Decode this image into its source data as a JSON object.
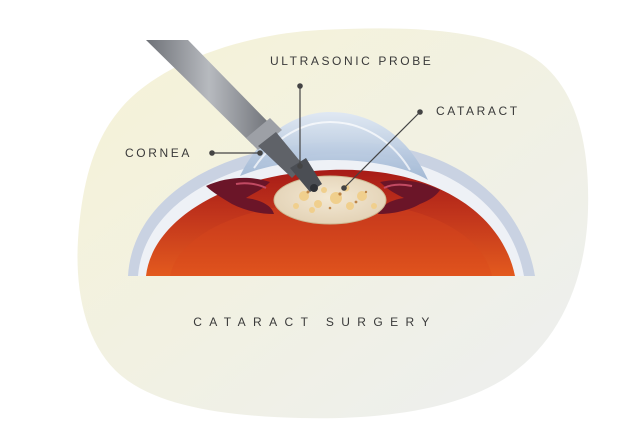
{
  "diagram": {
    "title": "CATARACT SURGERY",
    "labels": {
      "ultrasonic_probe": "ULTRASONIC PROBE",
      "cataract": "CATARACT",
      "cornea": "CORNEA"
    }
  },
  "colors": {
    "blob": "#f5f2d9",
    "blob_fade": "#eef0ec",
    "eye_outer": "#c7d0e0",
    "eye_sclera": "#eef1f6",
    "eye_inner": "#b8221d",
    "eye_deep": "#8e1410",
    "iris": "#6a1426",
    "lens": "#e9dcc6",
    "cataract_spots": "#f2d9a2",
    "probe_metal": "#8a8d93",
    "probe_tip": "#5f6268",
    "cornea": "#a9c1dd",
    "leader_line": "#444444",
    "text": "#3a3a3a"
  }
}
